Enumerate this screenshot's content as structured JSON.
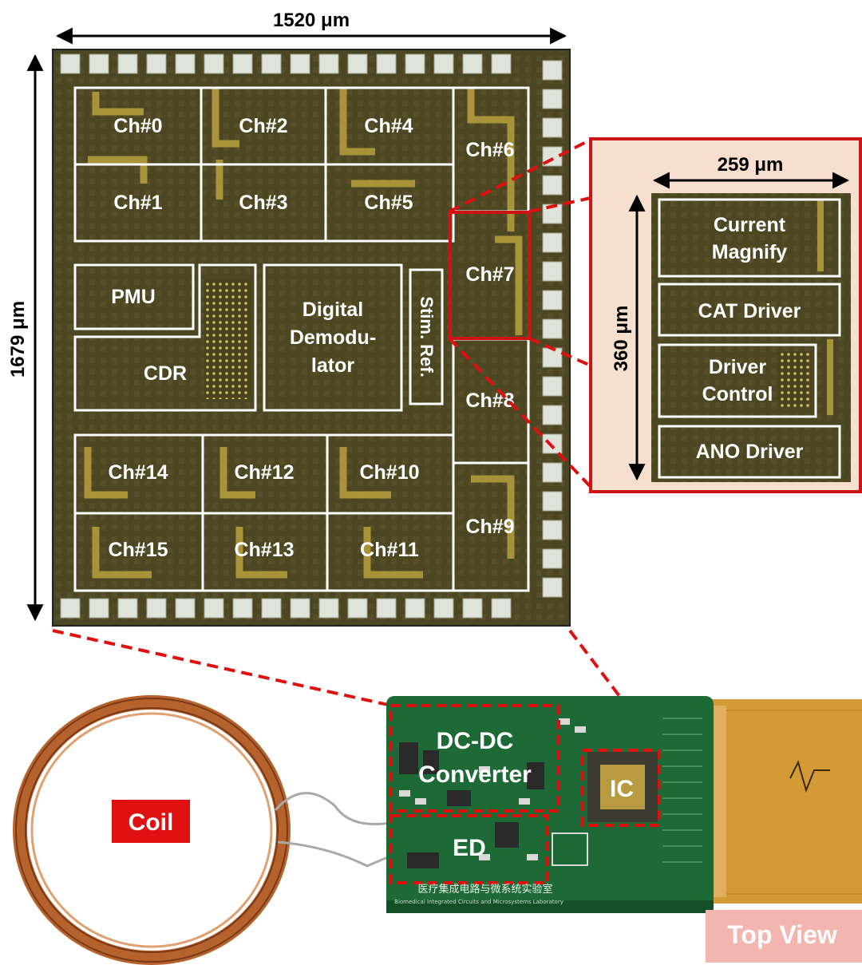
{
  "dimensions": {
    "chip_width": "1520 μm",
    "chip_height": "1679 μm",
    "zoom_width": "259 μm",
    "zoom_height": "360 μm"
  },
  "chip": {
    "channels": [
      "Ch#0",
      "Ch#1",
      "Ch#2",
      "Ch#3",
      "Ch#4",
      "Ch#5",
      "Ch#6",
      "Ch#7",
      "Ch#8",
      "Ch#9",
      "Ch#10",
      "Ch#11",
      "Ch#12",
      "Ch#13",
      "Ch#14",
      "Ch#15"
    ],
    "blocks": {
      "pmu": "PMU",
      "cdr": "CDR",
      "digital_demodulator": [
        "Digital",
        "Demodu-",
        "lator"
      ],
      "stim_ref": "Stim. Ref."
    }
  },
  "zoom": {
    "blocks": [
      [
        "Current",
        "Magnify"
      ],
      [
        "CAT Driver"
      ],
      [
        "Driver",
        "Control"
      ],
      [
        "ANO Driver"
      ]
    ]
  },
  "board": {
    "coil": "Coil",
    "dcdc": [
      "DC-DC",
      "Converter"
    ],
    "ic": "IC",
    "ed": "ED",
    "top_view": "Top View",
    "pcb_text": "医疗集成电路与微系统实验室",
    "pcb_subtext": "Biomedical Integrated Circuits and Microsystems Laboratory"
  },
  "colors": {
    "die": "#4d4622",
    "gold": "#b8a13e",
    "pad": "#dfe3da",
    "red_box": "#cc1414",
    "zoom_bg": "#f6dfcf",
    "pcb": "#1d6a36",
    "coil": "#b5622d",
    "label_red": "#e01010"
  }
}
